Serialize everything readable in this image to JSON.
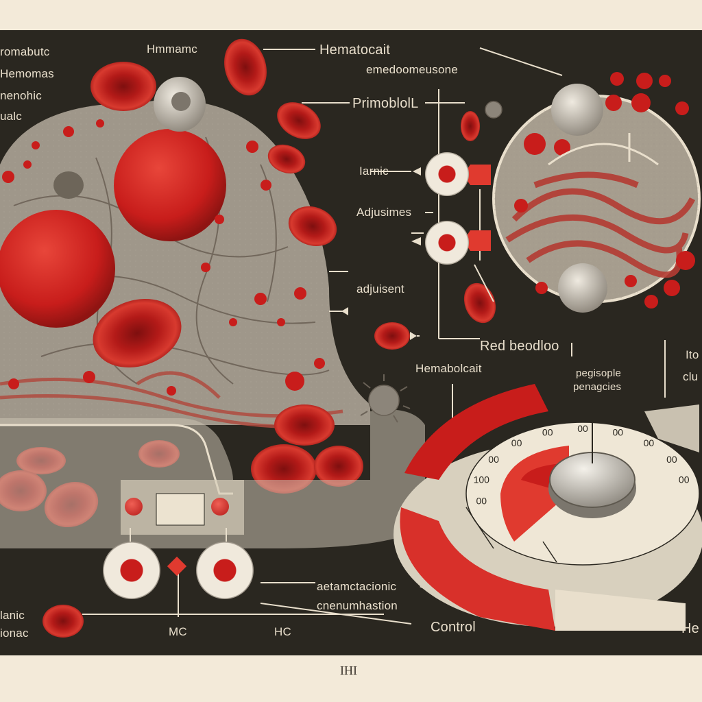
{
  "labels": {
    "left_top_1": "romabutc",
    "left_top_2": "Hemomas",
    "left_top_3": "nenohic",
    "left_top_4": "ualc",
    "hmmamc": "Hmmamc",
    "hematocait": "Hematocait",
    "emedo": "emedoomeusone",
    "primoblol": "PrimoblolL",
    "iarnic": "Iarnic",
    "adjusimes": "Adjusimes",
    "adjuisent": "adjuisent",
    "red_beodloo": "Red beodloo",
    "hemabolcait": "Hemabolcait",
    "pegisople": "pegisople",
    "penagcies": "penagcies",
    "right_edge_1": "Ito",
    "right_edge_2": "clu",
    "hea": "He",
    "aetamc": "aetamctacionic",
    "cnenum": "cnenumhastion",
    "control": "Control",
    "mc": "MC",
    "hc": "HC",
    "bottom_left_1": "lanic",
    "bottom_left_2": "ionac",
    "footer": "IHI"
  },
  "dial_ticks": [
    "00",
    "100",
    "00",
    "00",
    "00",
    "00",
    "00",
    "00",
    "00",
    "00"
  ],
  "colors": {
    "panel": "#2a2720",
    "frame": "#f3ead9",
    "red": "#c81d1b",
    "red_light": "#e8463a",
    "cell_gray": "#b9b1a2",
    "cream": "#e9dfcc"
  }
}
